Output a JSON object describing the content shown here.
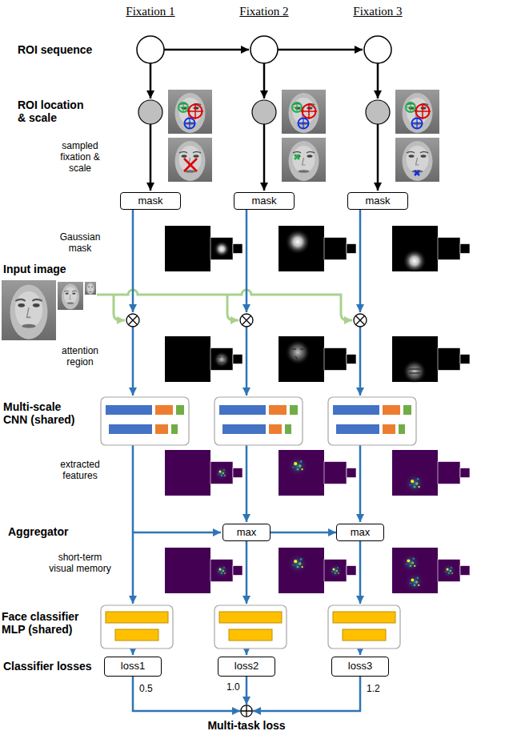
{
  "diagram": {
    "nodes": [
      {
        "text": [
          "mask"
        ]
      },
      {
        "text": [
          "mask"
        ]
      },
      {
        "text": [
          "mask"
        ]
      },
      {
        "text": [
          "max"
        ]
      },
      {
        "text": [
          "max"
        ]
      },
      {
        "text": [
          "loss1"
        ]
      },
      {
        "text": [
          "loss2"
        ]
      },
      {
        "text": [
          "loss3"
        ]
      },
      {
        "text": [
          "Multi-task loss"
        ]
      }
    ],
    "edges": [
      {
        "from": 3,
        "to": 4,
        "arrow": "to"
      },
      {
        "from": 5,
        "to": 8,
        "label": "0.5",
        "arrow": "to"
      },
      {
        "from": 6,
        "to": 8,
        "label": "1.0",
        "arrow": "to"
      },
      {
        "from": 7,
        "to": 8,
        "label": "1.2",
        "arrow": "to"
      }
    ],
    "labels": [
      "Fixation 1",
      "Fixation 2",
      "Fixation 3",
      "ROI sequence",
      "ROI location & scale",
      "sampled fixation & scale",
      "Gaussian mask",
      "Input image",
      "attention region",
      "Multi-scale CNN (shared)",
      "extracted features",
      "Aggregator",
      "short-term visual memory",
      "Face classifier MLP (shared)",
      "Classifier losses"
    ]
  }
}
